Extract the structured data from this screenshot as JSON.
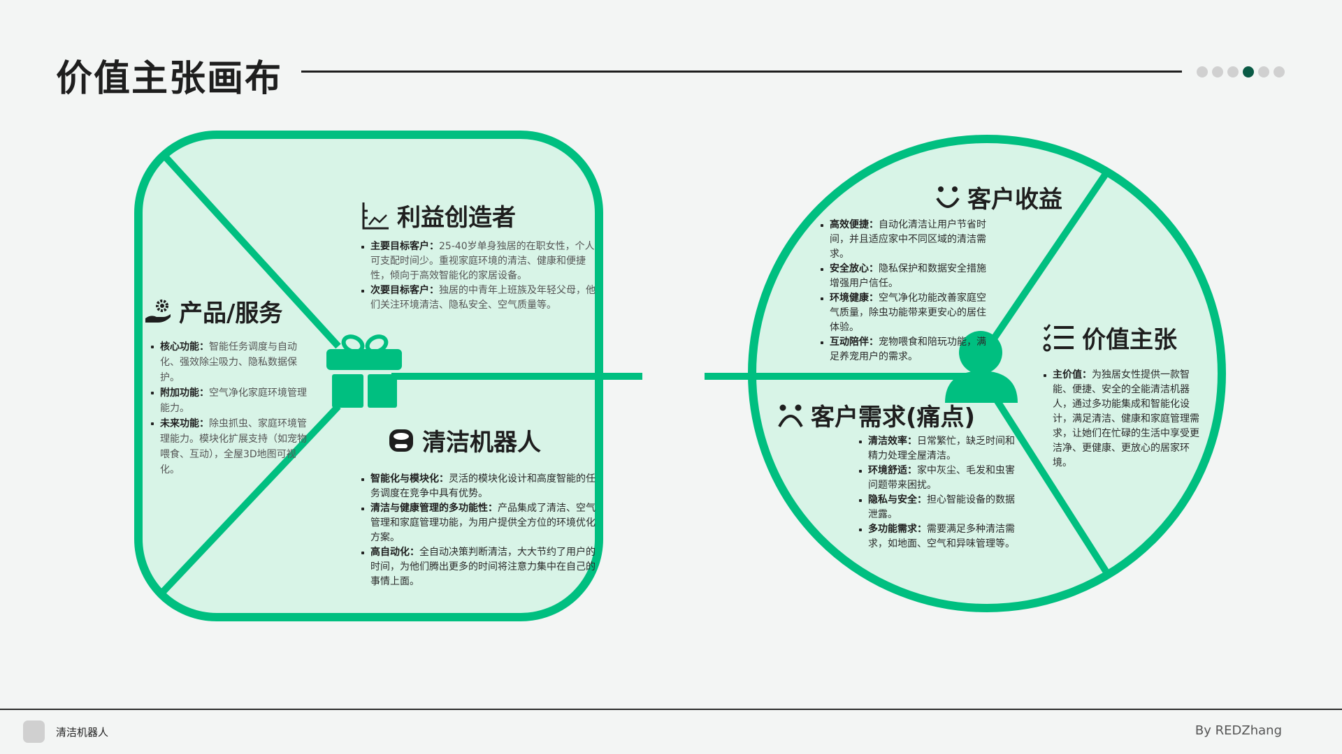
{
  "header": {
    "title": "价值主张画布",
    "pagination": {
      "total": 6,
      "active_index": 3
    }
  },
  "colors": {
    "accent": "#00bf80",
    "fill": "#d8f4e7",
    "active_dot": "#0a5a45",
    "inactive_dot": "#d0d0d0"
  },
  "left_canvas": {
    "gain_creators": {
      "icon": "chart-line-icon",
      "title": "利益创造者",
      "items": [
        {
          "label": "主要目标客户：",
          "text": "25-40岁单身独居的在职女性，个人可支配时间少。重视家庭环境的清洁、健康和便捷性，倾向于高效智能化的家居设备。"
        },
        {
          "label": "次要目标客户：",
          "text": "独居的中青年上班族及年轻父母，他们关注环境清洁、隐私安全、空气质量等。"
        }
      ]
    },
    "products_services": {
      "icon": "hand-gear-icon",
      "title": "产品/服务",
      "items": [
        {
          "label": "核心功能：",
          "text": "智能任务调度与自动化、强效除尘吸力、隐私数据保护。"
        },
        {
          "label": "附加功能：",
          "text": "空气净化家庭环境管理能力。"
        },
        {
          "label": "未来功能：",
          "text": "除虫抓虫、家庭环境管理能力。模块化扩展支持（如宠物喂食、互动），全屋3D地图可视化。"
        }
      ]
    },
    "product": {
      "icon": "robot-vacuum-icon",
      "title": "清洁机器人",
      "items": [
        {
          "label": "智能化与模块化：",
          "text": "灵活的模块化设计和高度智能的任务调度在竞争中具有优势。"
        },
        {
          "label": "清洁与健康管理的多功能性：",
          "text": "产品集成了清洁、空气管理和家庭管理功能，为用户提供全方位的环境优化方案。"
        },
        {
          "label": "高自动化：",
          "text": "全自动决策判断清洁，大大节约了用户的时间，为他们腾出更多的时间将注意力集中在自己的事情上面。"
        }
      ]
    }
  },
  "right_canvas": {
    "gains": {
      "icon": "smile-icon",
      "title": "客户收益",
      "items": [
        {
          "label": "高效便捷：",
          "text": "自动化清洁让用户节省时间，并且适应家中不同区域的清洁需求。"
        },
        {
          "label": "安全放心：",
          "text": "隐私保护和数据安全措施增强用户信任。"
        },
        {
          "label": "环境健康：",
          "text": "空气净化功能改善家庭空气质量，除虫功能带来更安心的居住体验。"
        },
        {
          "label": "互动陪伴：",
          "text": "宠物喂食和陪玩功能，满足养宠用户的需求。"
        }
      ]
    },
    "value_proposition": {
      "icon": "checklist-icon",
      "title": "价值主张",
      "items": [
        {
          "label": "主价值：",
          "text": "为独居女性提供一款智能、便捷、安全的全能清洁机器人，通过多功能集成和智能化设计，满足清洁、健康和家庭管理需求，让她们在忙碌的生活中享受更洁净、更健康、更放心的居家环境。"
        }
      ]
    },
    "pains": {
      "icon": "sad-face-icon",
      "title": "客户需求(痛点)",
      "items": [
        {
          "label": "清洁效率：",
          "text": "日常繁忙，缺乏时间和精力处理全屋清洁。"
        },
        {
          "label": "环境舒适：",
          "text": "家中灰尘、毛发和虫害问题带来困扰。"
        },
        {
          "label": "隐私与安全：",
          "text": "担心智能设备的数据泄露。"
        },
        {
          "label": "多功能需求：",
          "text": "需要满足多种清洁需求，如地面、空气和异味管理等。"
        }
      ]
    }
  },
  "footer": {
    "left_text": "清洁机器人",
    "right_text": "By REDZhang"
  }
}
